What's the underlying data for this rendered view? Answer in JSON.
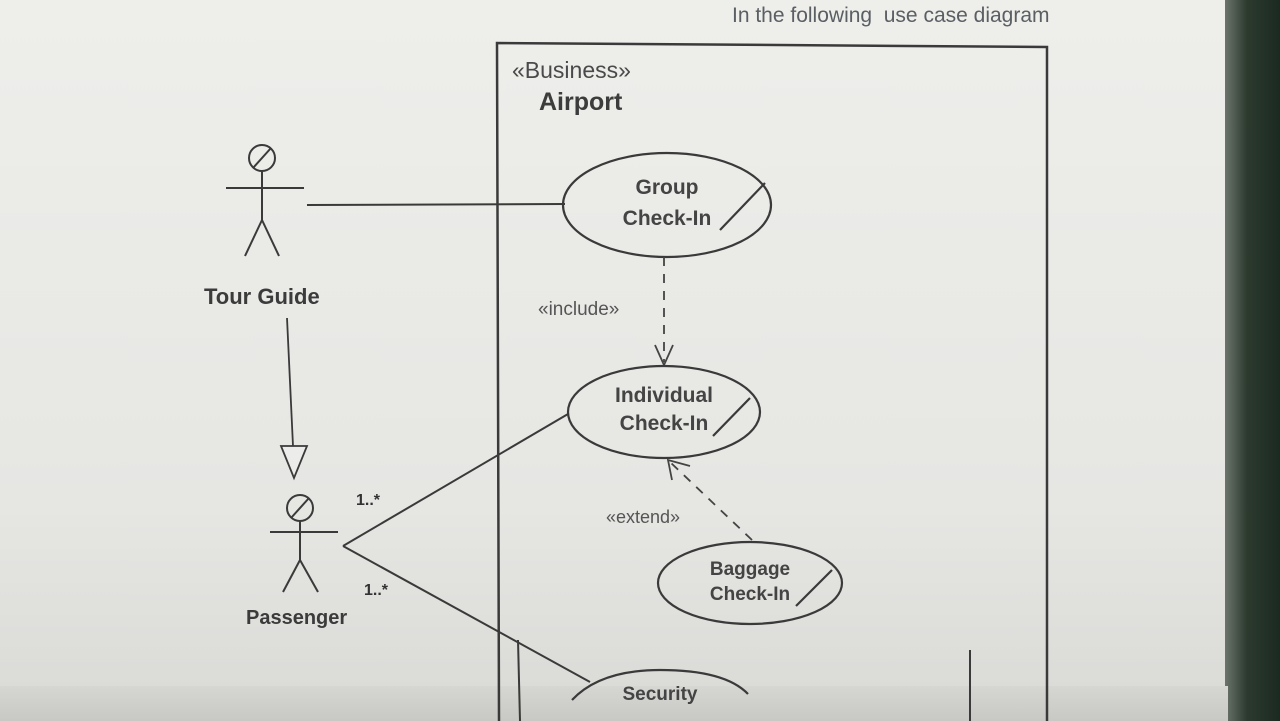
{
  "heading": "In the following  use case diagram",
  "system": {
    "stereotype": "«Business»",
    "name": "Airport"
  },
  "actors": {
    "tour_guide": "Tour Guide",
    "passenger": "Passenger"
  },
  "use_cases": {
    "group_line1": "Group",
    "group_line2": "Check-In",
    "individual_line1": "Individual",
    "individual_line2": "Check-In",
    "baggage_line1": "Baggage",
    "baggage_line2": "Check-In",
    "security": "Security"
  },
  "relations": {
    "include": "«include»",
    "extend": "«extend»"
  },
  "multiplicity": {
    "upper": "1..*",
    "lower": "1..*"
  }
}
